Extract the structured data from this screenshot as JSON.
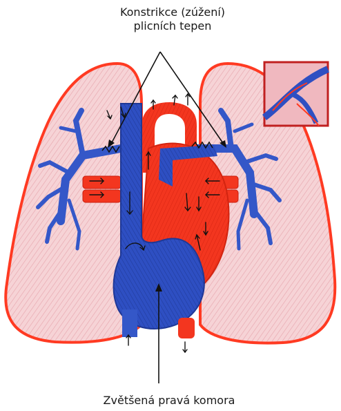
{
  "labels": {
    "top_line1": "Konstrikce (zúžení)",
    "top_line2": "plicních tepen",
    "bottom": "Zvětšená pravá komora"
  },
  "colors": {
    "lung_fill": "#f2c7cc",
    "lung_outline": "#ff3a22",
    "heart_red": "#f2301c",
    "heart_blue": "#2b49b8",
    "vessel_blue": "#3457c8",
    "arrow": "#111111"
  },
  "icons": [
    "heart-diagram",
    "lung-left",
    "lung-right",
    "inset-magnifier",
    "arrow-icon"
  ]
}
